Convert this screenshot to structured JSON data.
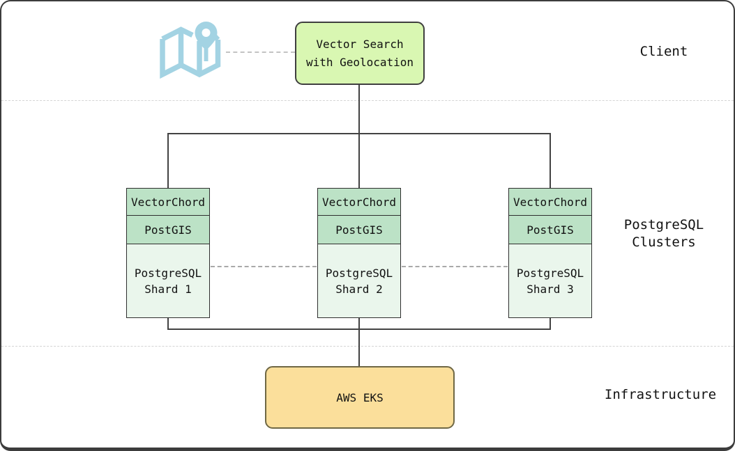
{
  "bands": [
    {
      "id": "client",
      "label": "Client"
    },
    {
      "id": "postgresql-clusters",
      "label": "PostgreSQL\nClusters"
    },
    {
      "id": "infrastructure",
      "label": "Infrastructure"
    }
  ],
  "client": {
    "box_label": "Vector Search\nwith Geolocation",
    "icon": "map-with-location-pin-icon",
    "icon_color": "#a3d3e3"
  },
  "shards": [
    {
      "layers": [
        "VectorChord",
        "PostGIS"
      ],
      "label": "PostgreSQL\nShard 1"
    },
    {
      "layers": [
        "VectorChord",
        "PostGIS"
      ],
      "label": "PostgreSQL\nShard 2"
    },
    {
      "layers": [
        "VectorChord",
        "PostGIS"
      ],
      "label": "PostgreSQL\nShard 3"
    }
  ],
  "infrastructure": {
    "box_label": "AWS EKS"
  },
  "colors": {
    "client_box_fill": "#d9f7b2",
    "client_box_border": "#3f3f3f",
    "shard_header_fill": "#bce2c6",
    "shard_body_fill": "#eaf6ec",
    "shard_border": "#2e2e2e",
    "eks_fill": "#fbdf9b",
    "eks_border": "#6f6845",
    "icon_blue": "#a3d3e3",
    "connector": "#424242",
    "dashed_connector": "#a9a9a9",
    "band_divider": "#d4d4d4"
  }
}
